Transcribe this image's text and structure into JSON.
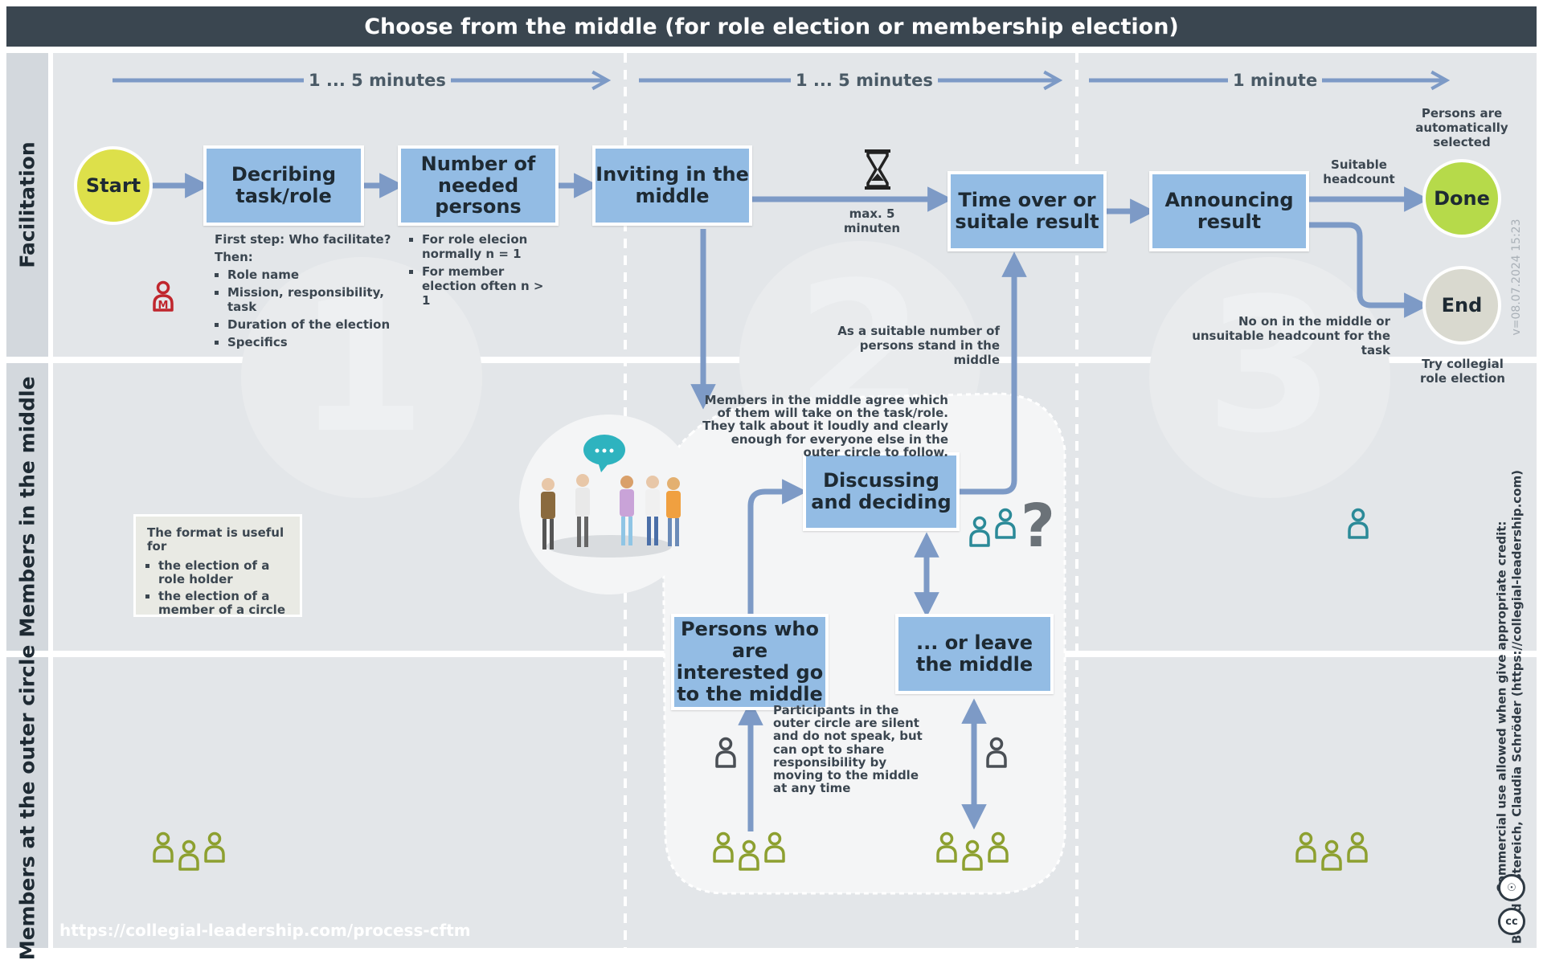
{
  "title": "Choose from the middle (for role election or membership election)",
  "lanes": {
    "facilitation": "Facilitation",
    "middle": "Members in the middle",
    "outer": "Members at the outer circle"
  },
  "timers": {
    "t1": "1 ... 5 minutes",
    "t2": "1 ... 5 minutes",
    "t3": "1 minute"
  },
  "steps": {
    "start": "Start",
    "describing": "Decribing task/role",
    "number": "Number of needed persons",
    "inviting": "Inviting in the middle",
    "timeover": "Time over or suitale result",
    "announcing": "Announcing result",
    "done": "Done",
    "end": "End",
    "discussing": "Discussing and deciding",
    "interested": "Persons who are interested go to the middle",
    "leave": "... or leave the middle"
  },
  "notes": {
    "first_step_title": "First step: Who facilitate?",
    "first_step_then": "Then:",
    "first_step_items": [
      "Role name",
      "Mission, responsibility, task",
      "Duration of the election",
      "Specifics"
    ],
    "number_items": [
      "For role elecion normally n = 1",
      "For member election often  n > 1"
    ],
    "max_time": "max. 5 minuten",
    "suitable_number": "As a suitable number of persons stand in the middle",
    "auto_selected": "Persons are automatically selected",
    "suitable_headcount": "Suitable headcount",
    "no_one": "No on in the middle or unsuitable headcount for the task",
    "try_collegial": "Try collegial role election",
    "members_agree": "Members in the middle agree which of them will take on the task/role. They talk about it loudly and clearly enough for everyone else in the outer circle to follow.",
    "participants_outer": "Participants in the outer circle are silent and do not speak, but can opt to share responsibility by moving to the middle at any time"
  },
  "format_box": {
    "title": "The format is useful for",
    "items": [
      "the election of a role holder",
      "the election of a member of a circle"
    ]
  },
  "footer": {
    "url": "https://collegial-leadership.com/process-cftm",
    "version": "v=08.07.2024 15:23",
    "credit_line1": "Commercial use allowed when give appropriate credit:",
    "credit_line2": "Bernd Oestereich, Claudia Schröder (https://collegial-leadership.com)"
  },
  "colors": {
    "title_bg": "#3a4650",
    "box": "#93bce4",
    "arrow": "#7d9ac6",
    "start": "#dde04a",
    "done": "#b6da4a",
    "end": "#d9d9cf",
    "olive_person": "#8da030",
    "teal_person": "#2b8a98",
    "gray_person": "#4a4f55",
    "red_person": "#c0262d"
  },
  "icons": [
    "hourglass-icon",
    "person-icon",
    "group-icon",
    "speech-bubble-icon",
    "cc-icon",
    "attribution-icon"
  ]
}
